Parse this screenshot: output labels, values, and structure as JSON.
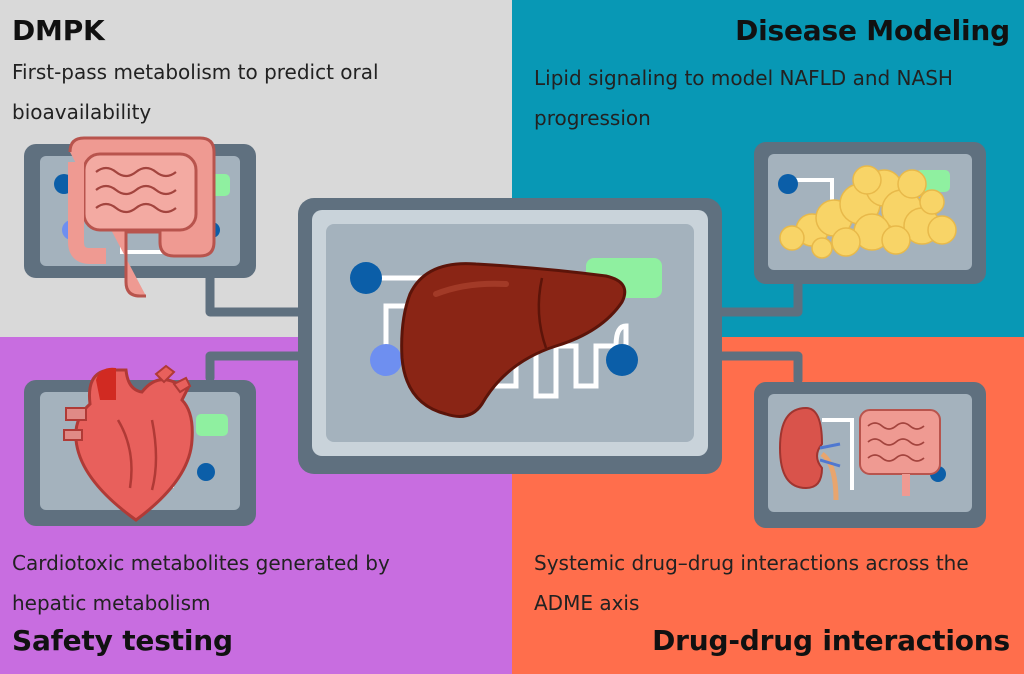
{
  "colors": {
    "dmpk_bg": "#d9d9d9",
    "disease_bg": "#0898b5",
    "safety_bg": "#c86de0",
    "ddi_bg": "#ff6e4c",
    "chip_frame": "#5f707f",
    "chip_inner": "#a4b2bd",
    "channel": "#ffffff",
    "port_dark": "#0b5ea8",
    "port_light": "#6e8ff0",
    "chamber_green": "#8ff0a0",
    "liver": "#8a2515",
    "fat": "#f8d467",
    "gut": "#ef9a92",
    "heart": "#e8605c",
    "kidney": "#d9534b"
  },
  "quadrants": {
    "dmpk": {
      "title": "DMPK",
      "desc": "First-pass metabolism to predict oral bioavailability",
      "icon": "intestine-icon"
    },
    "disease": {
      "title": "Disease Modeling",
      "desc": "Lipid signaling to model NAFLD and NASH progression",
      "icon": "fat-tissue-icon"
    },
    "safety": {
      "title": "Safety testing",
      "desc": "Cardiotoxic metabolites generated by hepatic metabolism",
      "icon": "heart-icon"
    },
    "ddi": {
      "title": "Drug-drug interactions",
      "desc": "Systemic drug–drug interactions across the ADME axis",
      "icon": "kidney-intestine-icon"
    }
  },
  "center": {
    "icon": "liver-icon"
  }
}
